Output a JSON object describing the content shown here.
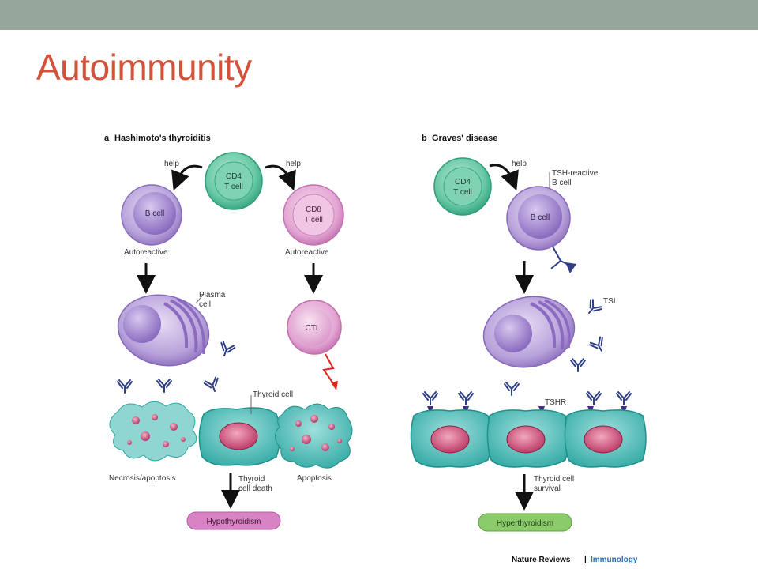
{
  "slide": {
    "title": "Autoimmunity"
  },
  "panel_a": {
    "letter": "a",
    "title": "Hashimoto's thyroiditis",
    "cd4": [
      "CD4",
      "T cell"
    ],
    "help_left": "help",
    "help_right": "help",
    "bcell": "B cell",
    "cd8": [
      "CD8",
      "T cell"
    ],
    "autoreactive_left": "Autoreactive",
    "autoreactive_right": "Autoreactive",
    "plasma": [
      "Plasma",
      "cell"
    ],
    "ctl": "CTL",
    "thyroid_cell": "Thyroid cell",
    "necrosis": "Necrosis/apoptosis",
    "apoptosis": "Apoptosis",
    "death": [
      "Thyroid",
      "cell death"
    ],
    "outcome": "Hypothyroidism"
  },
  "panel_b": {
    "letter": "b",
    "title": "Graves' disease",
    "cd4": [
      "CD4",
      "T cell"
    ],
    "help": "help",
    "tsh_reactive": [
      "TSH-reactive",
      "B cell"
    ],
    "bcell": "B cell",
    "tsi": "TSI",
    "tshr": "TSHR",
    "survival": [
      "Thyroid cell",
      "survival"
    ],
    "outcome": "Hyperthyroidism"
  },
  "credit": {
    "journal": "Nature Reviews",
    "separator": "|",
    "section": "Immunology"
  },
  "colors": {
    "title": "#d2533a",
    "topbar": "#97a69a",
    "cd4": "#3bb48c",
    "bcell": "#9c84c8",
    "cd8": "#d98cc8",
    "thyroid": "#3bb5b0",
    "nucleus": "#c8466e",
    "hypo_badge": "#d884c4",
    "hyper_badge": "#8ccb6a",
    "antibody": "#2f3f86"
  }
}
